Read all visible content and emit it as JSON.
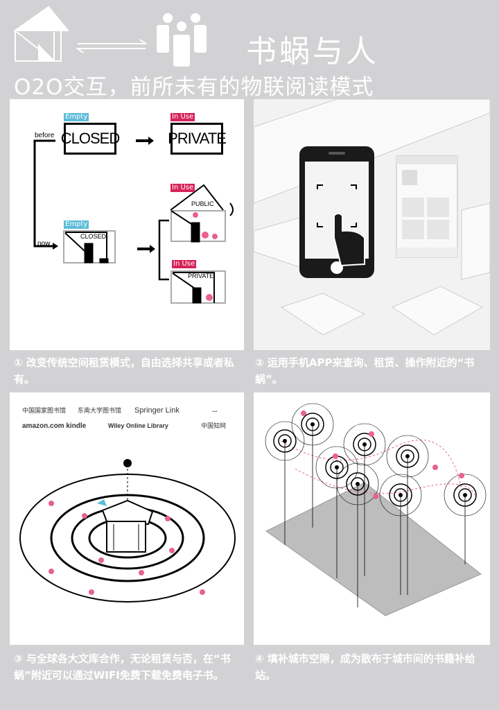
{
  "header": {
    "title": "书蜗与人",
    "subtitle": "O2O交互，前所未有的物联阅读模式"
  },
  "panel1": {
    "before": "before",
    "now": "now",
    "empty": "Empty",
    "in_use": "In Use",
    "closed": "CLOSED",
    "private": "PRIVATE",
    "public": "PUBLIC"
  },
  "panel3": {
    "logos": [
      "中国国家图书馆",
      "东南大学图书馆",
      "Springer Link",
      "amazon.com kindle",
      "Wiley Online Library",
      "中国知网",
      "..."
    ]
  },
  "captions": [
    "① 改变传统空间租赁模式，自由选择共享或者私有。",
    "② 运用手机APP来查询、租赁、操作附近的“书蜗”。",
    "③ 与全球各大文库合作，无论租赁与否，在“书蜗”附近可以通过WIFI免费下载免费电子书。",
    "④ 填补城市空隙，成为散布于城市间的书籍补给站。"
  ],
  "colors": {
    "accent_pink": "#e8628a",
    "tag_cyan": "#5bbcd8",
    "tag_red": "#d6245a",
    "background": "#d2d2d4"
  }
}
